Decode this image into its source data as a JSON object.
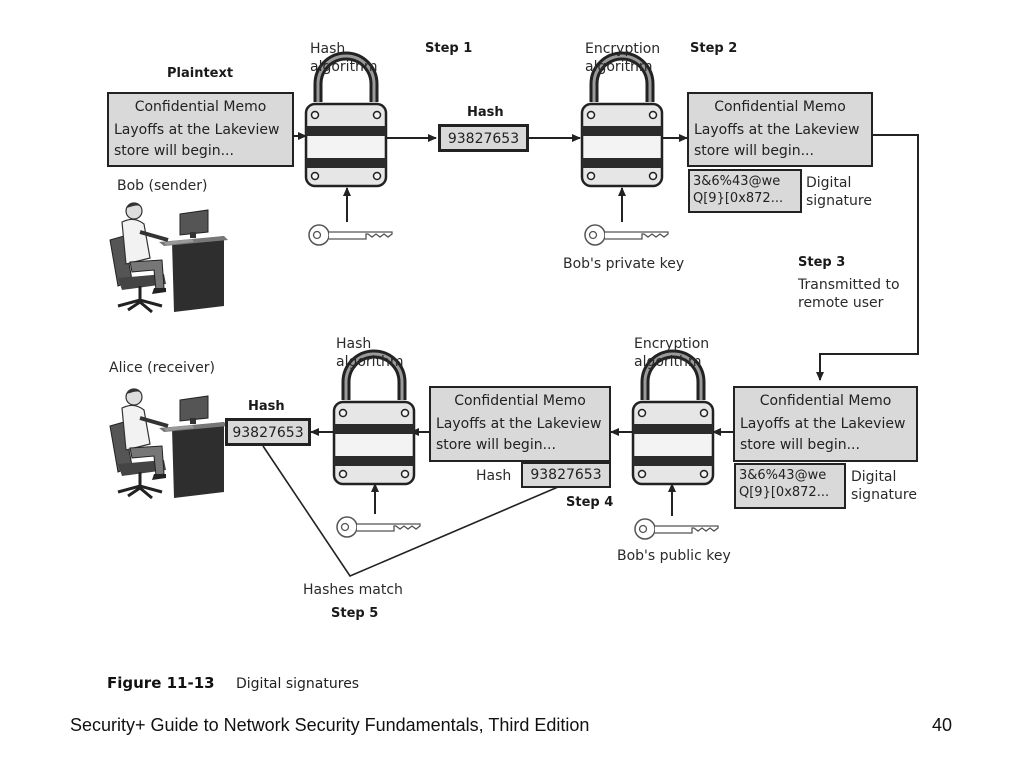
{
  "top": {
    "plaintext_label": "Plaintext",
    "memo_title": "Confidential Memo",
    "memo_body": "Layoffs at the Lakeview\nstore will begin...",
    "sender_label": "Bob (sender)",
    "hash_algorithm_label": "Hash\nalgorithm",
    "step1": "Step 1",
    "hash_label": "Hash",
    "hash_value": "93827653",
    "encryption_algorithm_label": "Encryption\nalgorithm",
    "step2": "Step 2",
    "signed_memo_title": "Confidential Memo",
    "signed_memo_body": "Layoffs at the Lakeview\nstore will begin...",
    "signature_value": "3&6%43@we\nQ[9}[0x872...",
    "digital_signature_label": "Digital\nsignature",
    "private_key_label": "Bob's private key"
  },
  "middle": {
    "step3": "Step 3",
    "transmitted_label": "Transmitted to\nremote user"
  },
  "bottom": {
    "receiver_label": "Alice (receiver)",
    "hash_label": "Hash",
    "hash_value": "93827653",
    "hash_algorithm_label": "Hash\nalgorithm",
    "memo_title": "Confidential Memo",
    "memo_body": "Layoffs at the Lakeview\nstore will begin...",
    "inner_hash_label": "Hash",
    "inner_hash_value": "93827653",
    "step4": "Step 4",
    "encryption_algorithm_label": "Encryption\nalgorithm",
    "received_memo_title": "Confidential Memo",
    "received_memo_body": "Layoffs at the Lakeview\nstore will begin...",
    "signature_value": "3&6%43@we\nQ[9}[0x872...",
    "digital_signature_label": "Digital\nsignature",
    "public_key_label": "Bob's public key",
    "hashes_match_label": "Hashes match",
    "step5": "Step 5"
  },
  "caption": {
    "figure_number": "Figure 11-13",
    "figure_title": "Digital signatures"
  },
  "footer": {
    "book_title": "Security+ Guide to Network Security Fundamentals, Third Edition",
    "page_number": "40"
  },
  "icons": [
    "padlock-icon",
    "key-icon",
    "person-at-computer-icon"
  ],
  "colors": {
    "box_fill": "#d9d9d9",
    "stroke": "#222222"
  }
}
